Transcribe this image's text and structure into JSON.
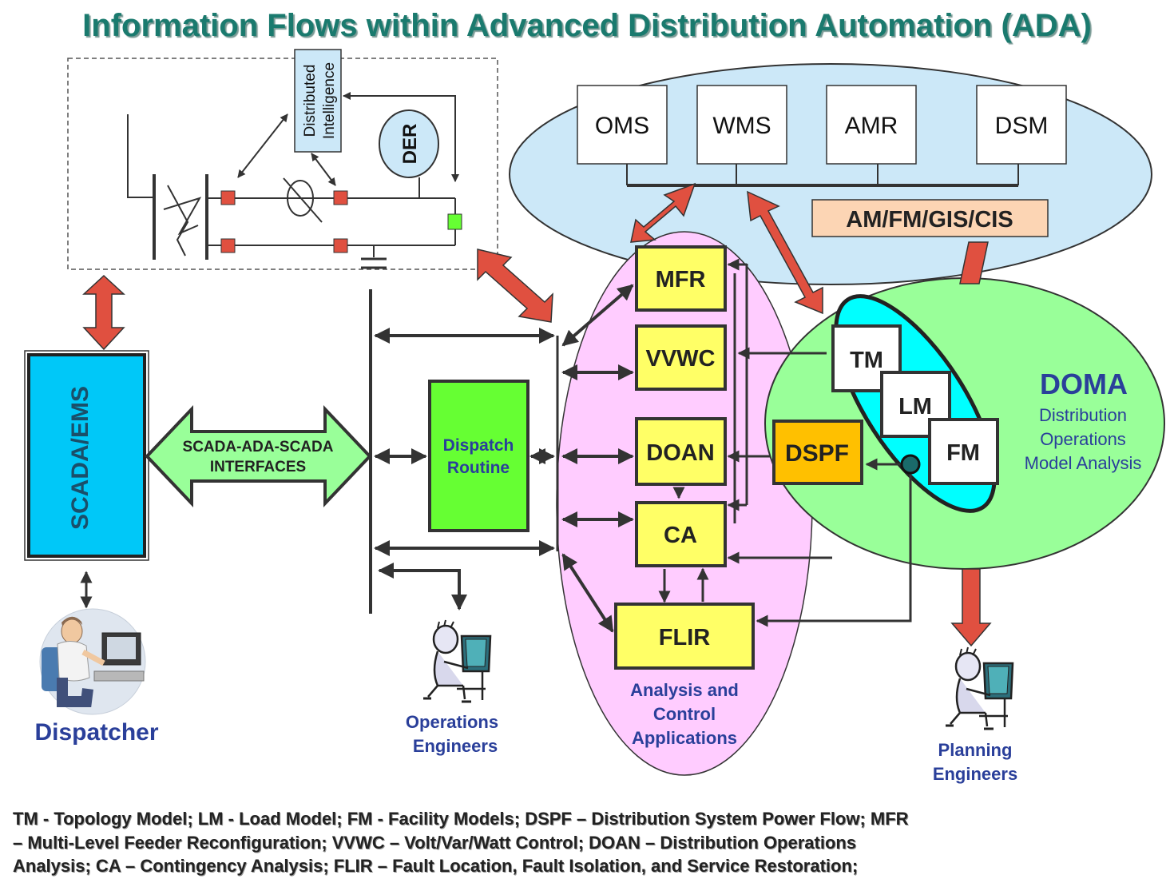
{
  "title": "Information Flows within Advanced Distribution Automation (ADA)",
  "top_systems": [
    "OMS",
    "WMS",
    "AMR",
    "DSM"
  ],
  "gis_label": "AM/FM/GIS/CIS",
  "field": {
    "distributed_line1": "Distributed",
    "distributed_line2": "Intelligence",
    "der": "DER"
  },
  "scada_label": "SCADA/EMS",
  "interfaces_line1": "SCADA-ADA-SCADA",
  "interfaces_line2": "INTERFACES",
  "dispatch_line1": "Dispatch",
  "dispatch_line2": "Routine",
  "apps": {
    "mfr": "MFR",
    "vvwc": "VVWC",
    "doan": "DOAN",
    "ca": "CA",
    "flir": "FLIR"
  },
  "analysis_caption": [
    "Analysis and",
    "Control",
    "Applications"
  ],
  "dspf": "DSPF",
  "models": {
    "tm": "TM",
    "lm": "LM",
    "fm": "FM"
  },
  "doma": {
    "title": "DOMA",
    "line1": "Distribution",
    "line2": "Operations",
    "line3": "Model Analysis"
  },
  "people": {
    "dispatcher": "Dispatcher",
    "ops_line1": "Operations",
    "ops_line2": "Engineers",
    "plan_line1": "Planning",
    "plan_line2": "Engineers"
  },
  "legend": [
    "TM - Topology Model; LM - Load Model; FM - Facility Models; DSPF – Distribution System Power Flow; MFR",
    "– Multi-Level Feeder Reconfiguration; VVWC – Volt/Var/Watt Control; DOAN – Distribution Operations",
    "Analysis; CA – Contingency Analysis; FLIR – Fault Location, Fault Isolation, and Service Restoration;"
  ],
  "colors": {
    "title": "#1a7a6e",
    "text_blue": "#2a3f9a",
    "red_arrow": "#e05040",
    "box_yellow": "#ffff66",
    "scada": "#00c8f8",
    "doma": "#99ff99",
    "analysis": "#ffccff",
    "top_ellipse": "#cce8f8",
    "dspf": "#ffc000",
    "gis": "#fcd5b4",
    "model_ellipse": "#00ffff"
  }
}
